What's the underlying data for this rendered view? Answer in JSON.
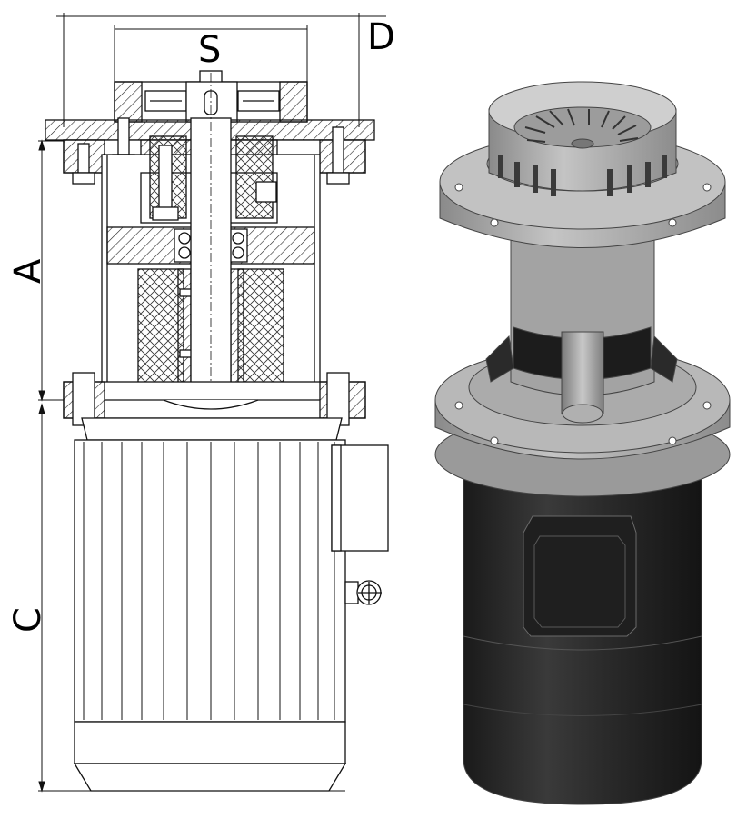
{
  "labels": {
    "width_s": "S",
    "width_d": "D",
    "height_a": "A",
    "height_c": "C"
  },
  "colors": {
    "line": "#111111",
    "hatch": "#222222",
    "render_light": "#b5b5b5",
    "render_mid": "#8f8f8f",
    "render_dark": "#2c2c2c",
    "motor_body": "#2a2a2a"
  },
  "icons": {
    "pump_section": "cross-section-drawing",
    "pump_render": "3d-render"
  }
}
